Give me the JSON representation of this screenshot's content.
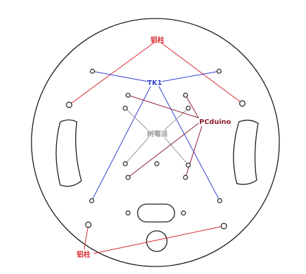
{
  "colors": {
    "aluminum_standoff": "#d7262e",
    "tk1": "#2f3fd0",
    "pcduino": "#8a1c2c",
    "raspberry_pi": "#9a9a9a"
  },
  "labels": {
    "aluminum_top": "铝柱",
    "tk1": "TK1",
    "pcduino": "PCduino",
    "raspberry_pi": "树莓派",
    "aluminum_bottom": "铝柱"
  }
}
